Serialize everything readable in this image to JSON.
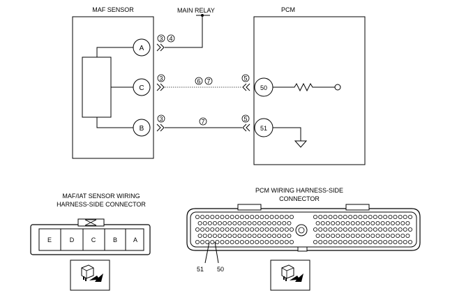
{
  "schematic": {
    "maf_sensor_title": "MAF SENSOR",
    "main_relay_label": "MAIN RELAY",
    "pcm_title": "PCM",
    "maf_terminals": [
      "A",
      "C",
      "B"
    ],
    "pcm_terminals": [
      "50",
      "51"
    ],
    "connector_marks": {
      "a_left": "3",
      "a_right": "4",
      "c_left": "3",
      "c_mid_1": "6",
      "c_mid_2": "7",
      "c_pcm": "5",
      "b_left": "3",
      "b_mid": "7",
      "b_pcm": "5"
    }
  },
  "maf_connector": {
    "title_line1": "MAF/IAT SENSOR WIRING",
    "title_line2": "HARNESS-SIDE CONNECTOR",
    "pins": [
      "E",
      "D",
      "C",
      "B",
      "A"
    ]
  },
  "pcm_connector": {
    "title_line1": "PCM WIRING  HARNESS-SIDE",
    "title_line2": "CONNECTOR",
    "callout_51": "51",
    "callout_50": "50"
  }
}
